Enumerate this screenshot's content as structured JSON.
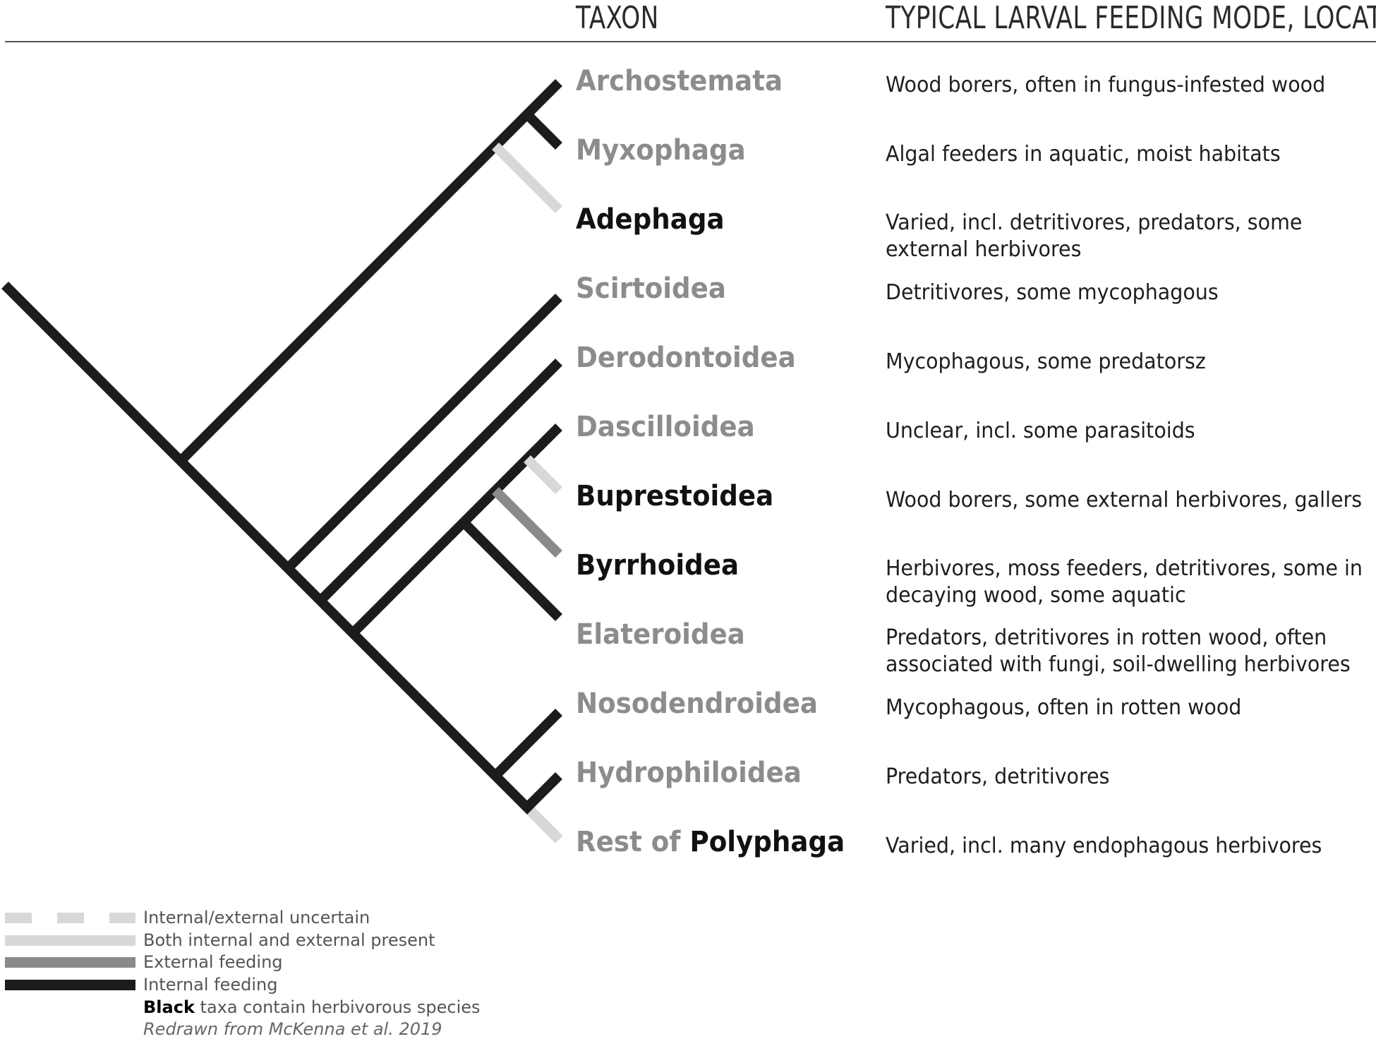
{
  "header": {
    "taxon_label": "TAXON",
    "mode_label": "TYPICAL LARVAL FEEDING MODE, LOCATION"
  },
  "colors": {
    "internal": "#1c1c1c",
    "external": "#8a8a8a",
    "both": "#d8d8d8",
    "uncertain": "#d8d8d8",
    "grey_taxon": "#8c8c8c"
  },
  "taxa": [
    {
      "name": "Archostemata",
      "herbivorous": false,
      "feeding": "Wood borers, often in fungus-infested wood"
    },
    {
      "name": "Myxophaga",
      "herbivorous": false,
      "feeding": "Algal feeders in aquatic, moist habitats"
    },
    {
      "name": "Adephaga",
      "herbivorous": true,
      "feeding_line1": "Varied, incl. detritivores, predators, some",
      "feeding_line2": "external herbivores"
    },
    {
      "name": "Scirtoidea",
      "herbivorous": false,
      "feeding": "Detritivores, some mycophagous"
    },
    {
      "name": "Derodontoidea",
      "herbivorous": false,
      "feeding": "Mycophagous, some predatorsz"
    },
    {
      "name": "Dascilloidea",
      "herbivorous": false,
      "feeding": "Unclear, incl. some parasitoids"
    },
    {
      "name": "Buprestoidea",
      "herbivorous": true,
      "feeding": "Wood borers, some external herbivores, gallers"
    },
    {
      "name": "Byrrhoidea",
      "herbivorous": true,
      "feeding_line1": "Herbivores, moss feeders, detritivores, some in",
      "feeding_line2": "decaying wood, some aquatic"
    },
    {
      "name": "Elateroidea",
      "herbivorous": false,
      "feeding_line1": "Predators, detritivores in rotten wood, often",
      "feeding_line2": "associated with fungi, soil-dwelling herbivores"
    },
    {
      "name": "Nosodendroidea",
      "herbivorous": false,
      "feeding": "Mycophagous, often in rotten wood"
    },
    {
      "name": "Hydrophiloidea",
      "herbivorous": false,
      "feeding": "Predators, detritivores"
    },
    {
      "name_prefix": "Rest of ",
      "name_bold": "Polyphaga",
      "herbivorous": true,
      "feeding": "Varied, incl. many endophagous herbivores"
    }
  ],
  "legend": {
    "uncertain": "Internal/external uncertain",
    "both": "Both internal and external present",
    "external": "External feeding",
    "internal": "Internal feeding",
    "black_word": "Black",
    "black_note": " taxa contain herbivorous species",
    "citation": "Redrawn from McKenna et al. 2019"
  }
}
